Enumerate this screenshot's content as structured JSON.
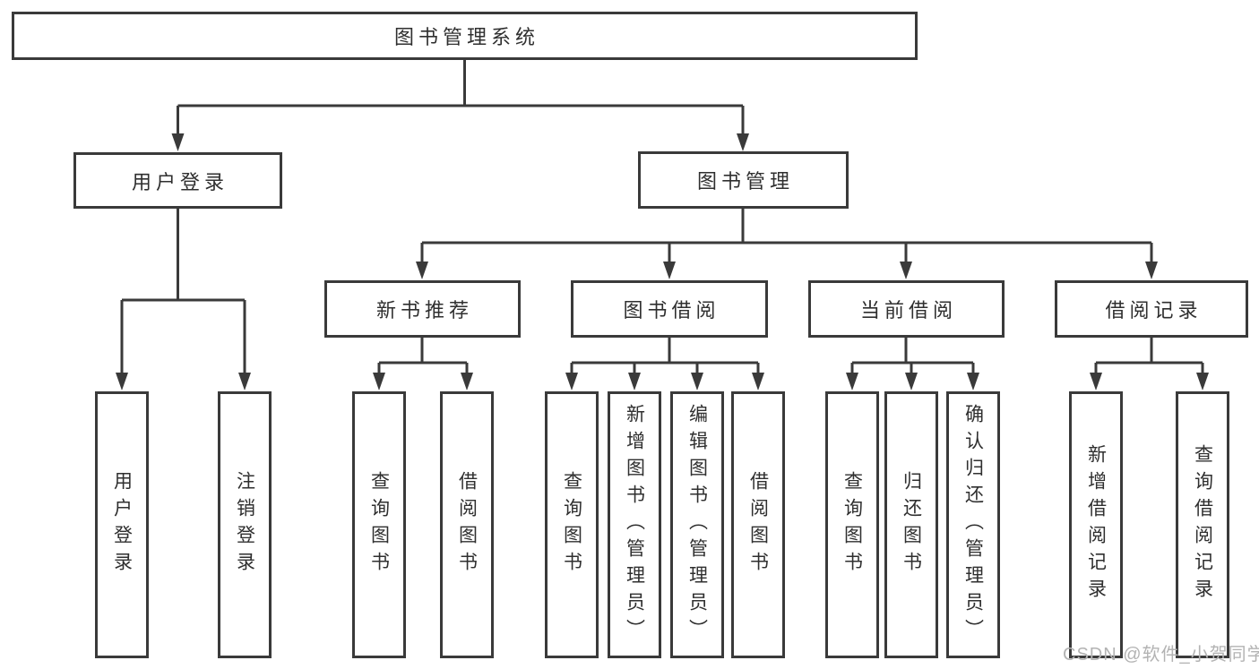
{
  "colors": {
    "line": "#3a3a3a",
    "text": "#2f2f2f",
    "background": "#ffffff",
    "watermark_text": "#b3b3b3"
  },
  "tree": {
    "root": {
      "label": "图书管理系统"
    },
    "level2": [
      {
        "label": "用户登录"
      },
      {
        "label": "图书管理"
      }
    ],
    "level3": [
      {
        "label": "新书推荐"
      },
      {
        "label": "图书借阅"
      },
      {
        "label": "当前借阅"
      },
      {
        "label": "借阅记录"
      }
    ],
    "leaves": {
      "user_login": [
        {
          "label": "用户登录"
        },
        {
          "label": "注销登录"
        }
      ],
      "new_book_recommend": [
        {
          "label": "查询图书"
        },
        {
          "label": "借阅图书"
        }
      ],
      "book_borrowing": [
        {
          "label": "查询图书"
        },
        {
          "label": "新增图书（管理员）"
        },
        {
          "label": "编辑图书（管理员）"
        },
        {
          "label": "借阅图书"
        }
      ],
      "current_borrowing": [
        {
          "label": "查询图书"
        },
        {
          "label": "归还图书"
        },
        {
          "label": "确认归还（管理员）"
        }
      ],
      "borrowing_records": [
        {
          "label": "新增借阅记录"
        },
        {
          "label": "查询借阅记录"
        }
      ]
    }
  },
  "watermark": {
    "label": "CSDN @软件_小贺同学"
  }
}
